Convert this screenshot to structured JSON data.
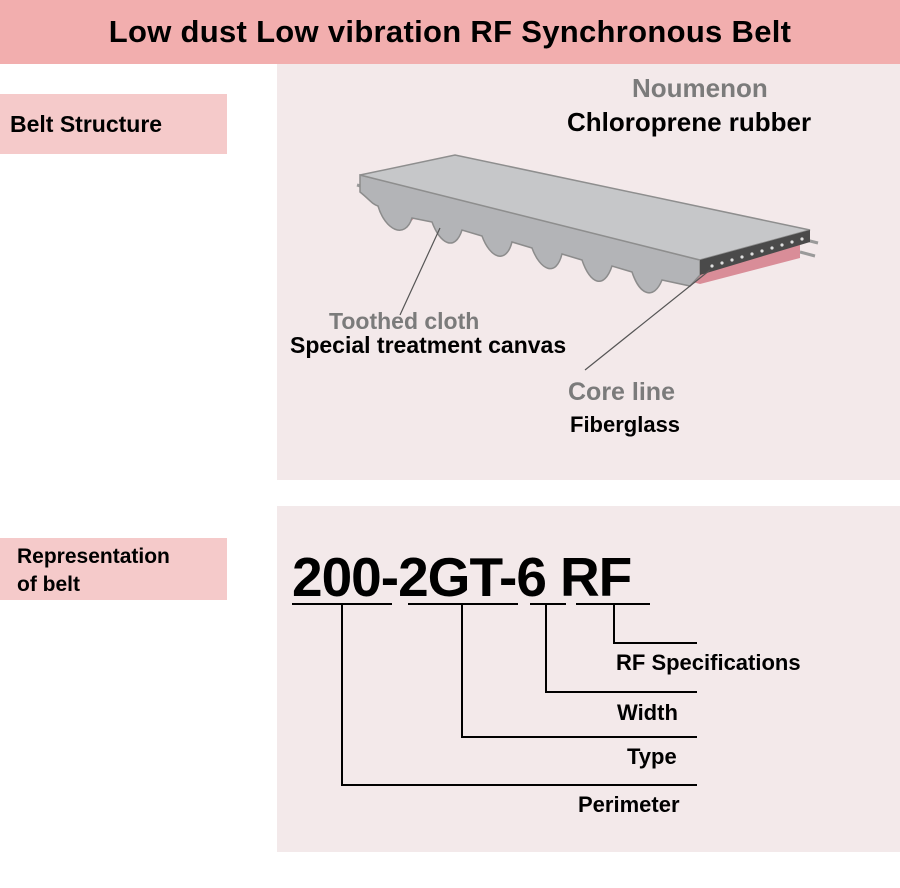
{
  "title": "Low dust Low vibration RF Synchronous Belt",
  "structure": {
    "label": "Belt Structure",
    "noumenon_title": "Noumenon",
    "noumenon_desc": "Chloroprene rubber",
    "tooth_title": "Toothed cloth",
    "tooth_desc": "Special treatment canvas",
    "core_title": "Core line",
    "core_desc": "Fiberglass"
  },
  "representation": {
    "label_line1": "Representation",
    "label_line2": "of belt",
    "code_parts": [
      "200",
      "-",
      "2GT",
      "-",
      "6",
      "RF"
    ],
    "callouts": {
      "rf": "RF Specifications",
      "width": "Width",
      "type": "Type",
      "perimeter": "Perimeter"
    }
  },
  "colors": {
    "title_bg": "#f2aeae",
    "label_bg": "#f5caca",
    "panel_bg": "#f3e9ea",
    "belt_top": "#c6c7c9",
    "belt_tooth": "#d98d98"
  }
}
